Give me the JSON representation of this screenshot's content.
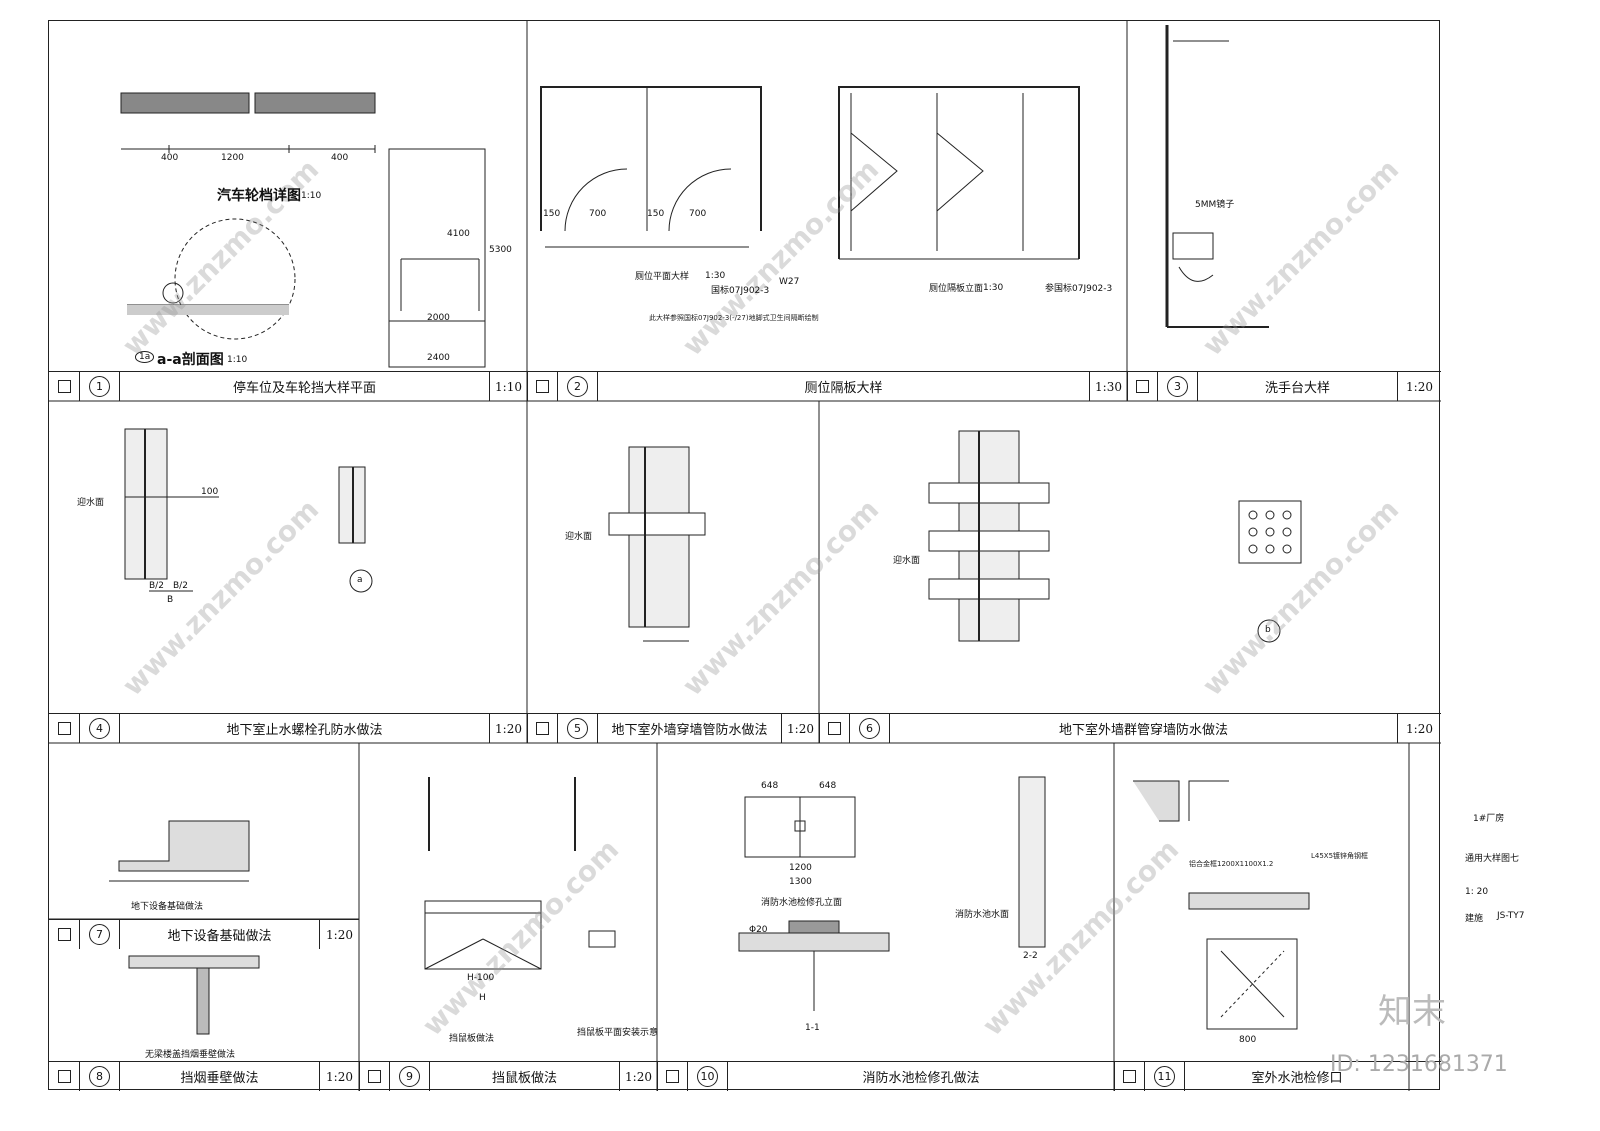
{
  "panels": [
    {
      "num": "1",
      "title": "停车位及车轮挡大样平面",
      "scale": "1:10"
    },
    {
      "num": "2",
      "title": "厕位隔板大样",
      "scale": "1:30"
    },
    {
      "num": "3",
      "title": "洗手台大样",
      "scale": "1:20"
    },
    {
      "num": "4",
      "title": "地下室止水螺栓孔防水做法",
      "scale": "1:20"
    },
    {
      "num": "5",
      "title": "地下室外墙穿墙管防水做法",
      "scale": "1:20"
    },
    {
      "num": "6",
      "title": "地下室外墙群管穿墙防水做法",
      "scale": "1:20"
    },
    {
      "num": "7",
      "title": "地下设备基础做法",
      "scale": "1:20"
    },
    {
      "num": "8",
      "title": "挡烟垂壁做法",
      "scale": "1:20"
    },
    {
      "num": "9",
      "title": "挡鼠板做法",
      "scale": "1:20"
    },
    {
      "num": "10",
      "title": "消防水池检修孔做法",
      "scale": ""
    },
    {
      "num": "11",
      "title": "室外水池检修口",
      "scale": ""
    }
  ],
  "drawing_labels": {
    "car_stop_title": "汽车轮档详图",
    "car_stop_scale": "1:10",
    "section_aa": "a-a剖面图",
    "section_aa_mark": "1a",
    "section_aa_scale": "1:10",
    "dim_400a": "400",
    "dim_1200": "1200",
    "dim_400b": "400",
    "dim_2000": "2000",
    "dim_4100": "4100",
    "dim_5300": "5300",
    "dim_2400": "2400",
    "toilet_plan": "厕位平面大样",
    "toilet_plan_scale": "1:30",
    "toilet_elev": "厕位隔板立面",
    "toilet_elev_scale": "1:30",
    "ref_std": "国标07J902-3",
    "ref_std2": "参国标07J902-3",
    "ref_w27": "W27",
    "dim_150a": "150",
    "dim_700a": "700",
    "dim_150b": "150",
    "dim_700b": "700",
    "note_partition": "此大样参照国标07J902-3(-/27)地脚式卫生间隔断绘制",
    "waterface": "迎水面",
    "mirror": "5MM镜子",
    "circle_a": "a",
    "circle_b": "b",
    "dim_b2a": "B/2",
    "dim_b2b": "B/2",
    "dim_b": "B",
    "dim_100": "100",
    "found_label": "地下设备基础做法",
    "smoke_label": "无梁楼盖挡烟垂壁做法",
    "rat_board": "挡鼠板做法",
    "rat_plan": "挡鼠板平面安装示意",
    "pool_elev": "消防水池检修孔立面",
    "pool_wall": "消防水池水面",
    "sec_11": "1-1",
    "sec_22": "2-2",
    "dim_648a": "648",
    "dim_648b": "648",
    "dim_1200b": "1200",
    "dim_1300": "1300",
    "dim_H100": "H-100",
    "dim_H": "H",
    "phi20": "Φ20",
    "alum_frame": "铝合金框1200X1100X1.2",
    "angle_steel": "L45X5镀锌角钢框",
    "dim_800": "800",
    "project": "1#厂房",
    "sheet_title": "通用大样图七",
    "proj_scale": "1: 20",
    "discipline": "建施",
    "sheet_no": "JS-TY7"
  },
  "watermark": "www.znzmo.com",
  "brand": "知末",
  "id_text": "ID: 1231681371"
}
